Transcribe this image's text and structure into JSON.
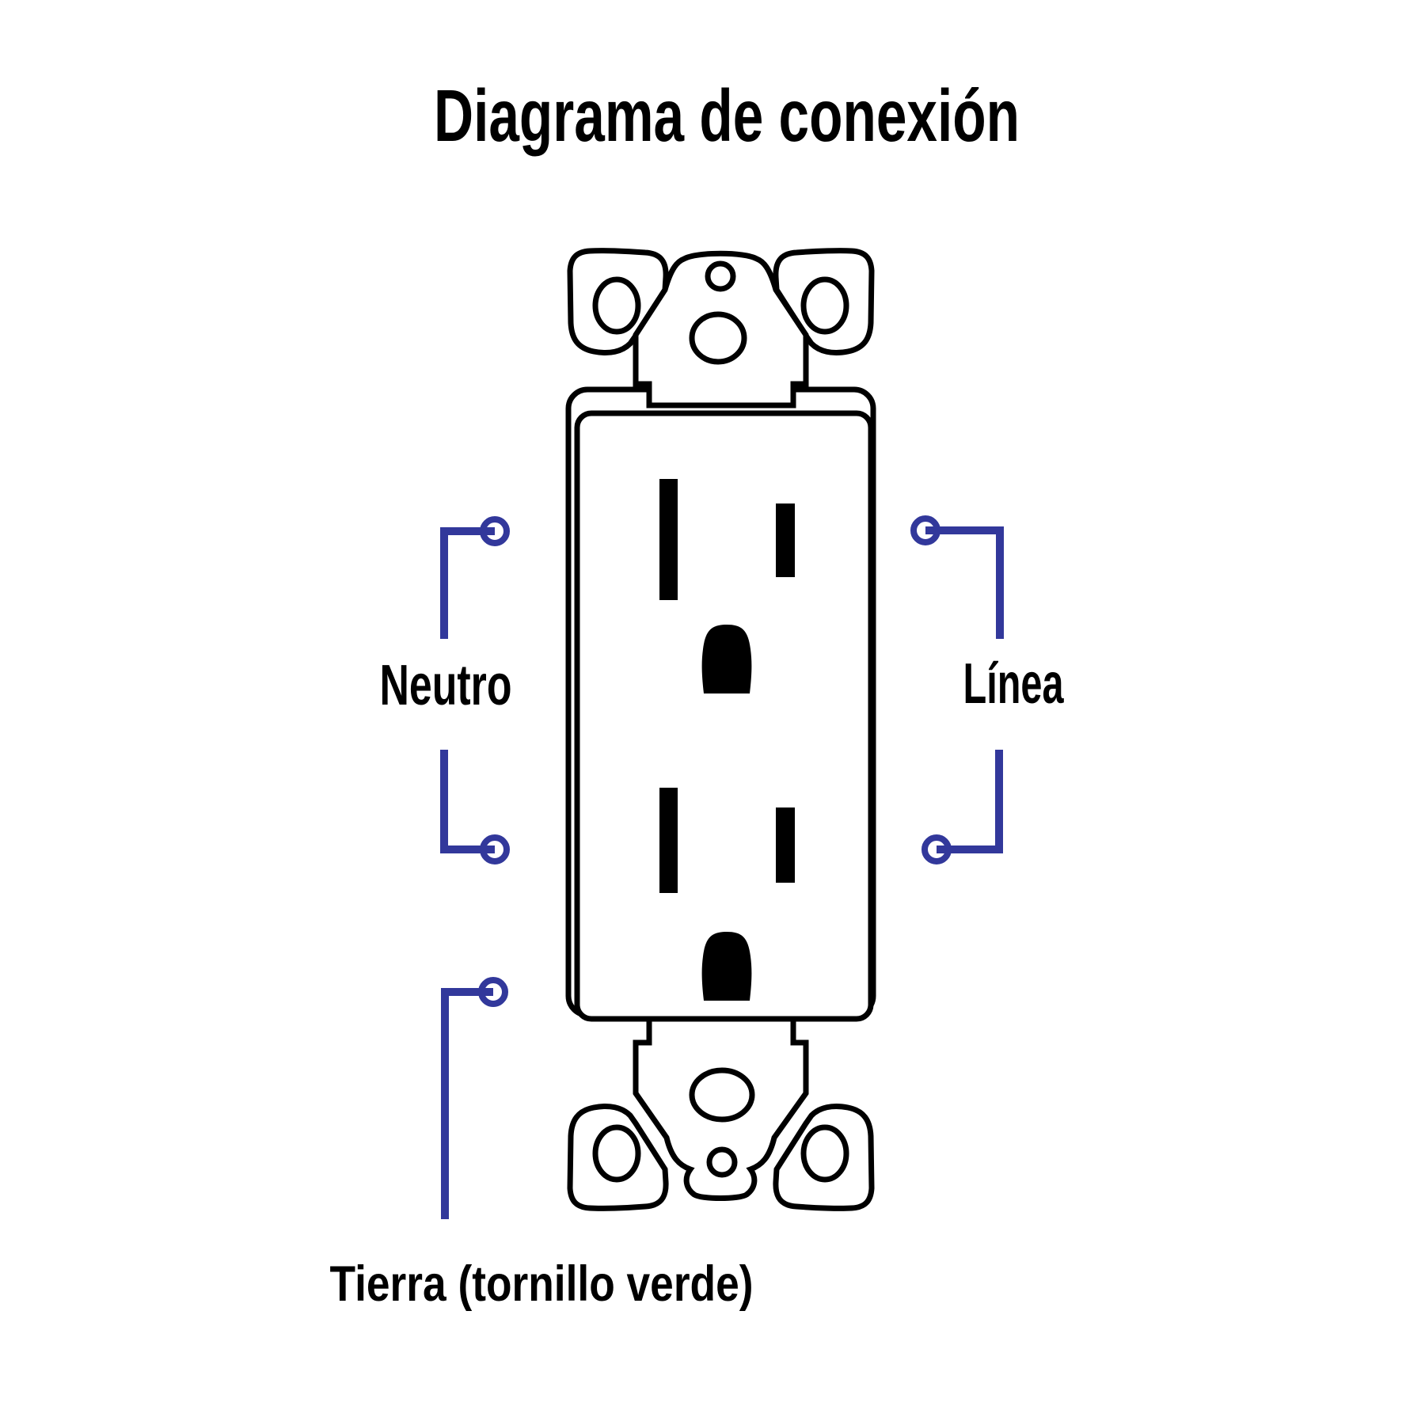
{
  "title": "Diagrama de conexión",
  "labels": {
    "neutral": "Neutro",
    "line": "Línea",
    "ground": "Tierra (tornillo verde)"
  },
  "diagram": {
    "type": "wiring-diagram",
    "subject": "duplex electrical receptacle",
    "terminals": [
      {
        "side": "left",
        "label": "Neutro"
      },
      {
        "side": "right",
        "label": "Línea"
      },
      {
        "side": "bottom-left",
        "label": "Tierra (tornillo verde)"
      }
    ]
  },
  "colors": {
    "wire": "#32389B",
    "outline": "#000000",
    "slot": "#000000",
    "background": "#FFFFFF"
  }
}
